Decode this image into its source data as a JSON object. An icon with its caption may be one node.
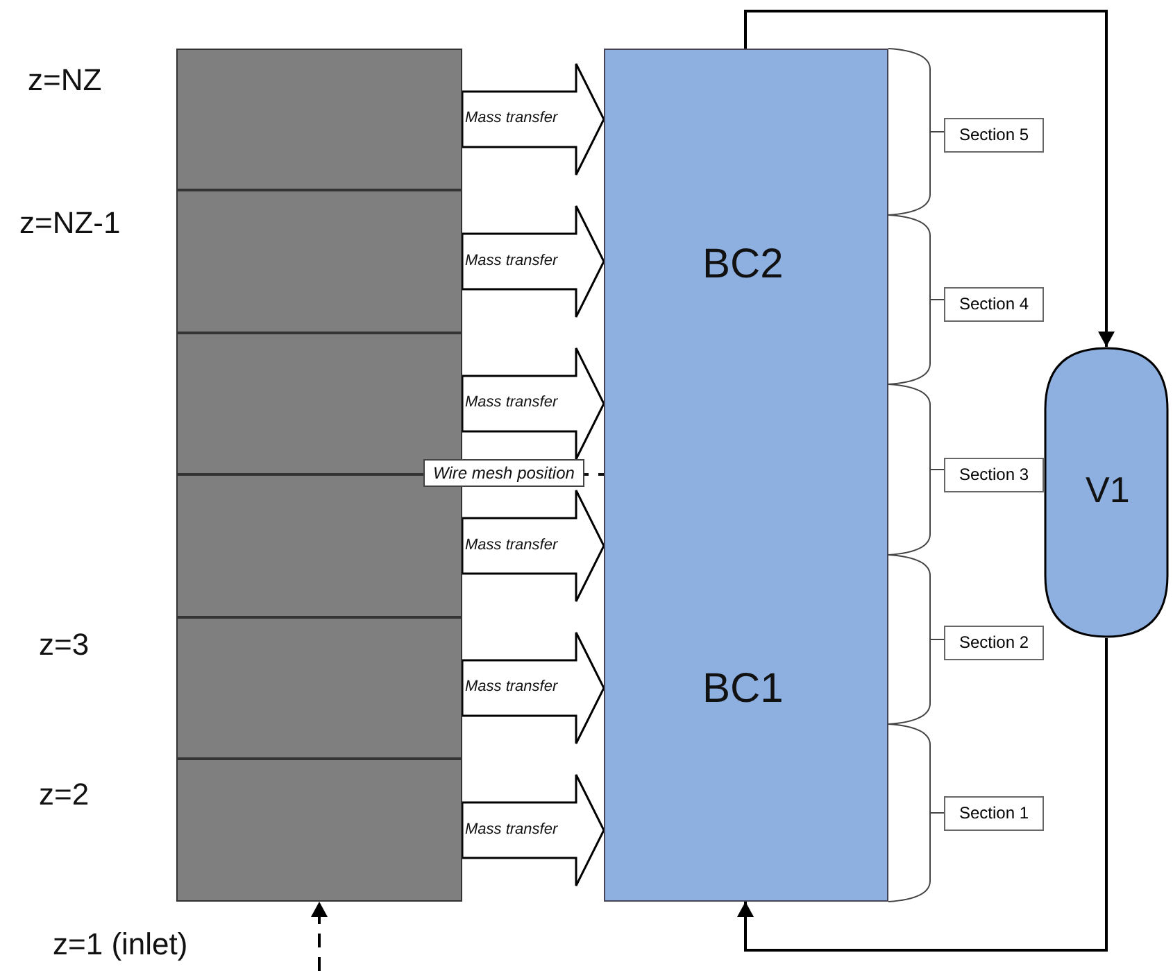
{
  "diagram": {
    "nodes": [
      {
        "text": [],
        "shape": "box",
        "beside": [
          "z=NZ"
        ]
      },
      {
        "text": [],
        "shape": "box",
        "beside": [
          "z=NZ-1"
        ]
      },
      {
        "text": [],
        "shape": "box"
      },
      {
        "text": [],
        "shape": "box"
      },
      {
        "text": [],
        "shape": "box",
        "beside": [
          "z=3"
        ]
      },
      {
        "text": [],
        "shape": "box",
        "beside": [
          "z=2"
        ]
      },
      {
        "text": [
          "BC2"
        ]
      },
      {
        "text": [
          "BC1"
        ]
      },
      {
        "text": [
          "V1"
        ]
      },
      {
        "text": [
          "Section 5"
        ]
      },
      {
        "text": [
          "Section 4"
        ]
      },
      {
        "text": [
          "Section 3"
        ]
      },
      {
        "text": [
          "Section 2"
        ]
      },
      {
        "text": [
          "Section 1"
        ]
      }
    ],
    "edges": [
      {
        "from": 0,
        "to": 6,
        "arrow": "to",
        "label": "Mass transfer"
      },
      {
        "from": 1,
        "to": 6,
        "arrow": "to",
        "label": "Mass transfer"
      },
      {
        "from": 2,
        "to": 6,
        "arrow": "to",
        "label": "Mass transfer"
      },
      {
        "from": 3,
        "to": 7,
        "arrow": "to",
        "label": "Mass transfer"
      },
      {
        "from": 4,
        "to": 7,
        "arrow": "to",
        "label": "Mass transfer"
      },
      {
        "from": 5,
        "to": 7,
        "arrow": "to",
        "label": "Mass transfer"
      },
      {
        "from": 6,
        "to": 8,
        "arrow": "to"
      },
      {
        "from": 8,
        "to": 7,
        "arrow": "to"
      },
      {
        "from": null,
        "to": 5,
        "arrow": "to",
        "style": "dashed"
      }
    ],
    "labels": [
      "Wire mesh position",
      "z=1 (inlet)"
    ]
  }
}
